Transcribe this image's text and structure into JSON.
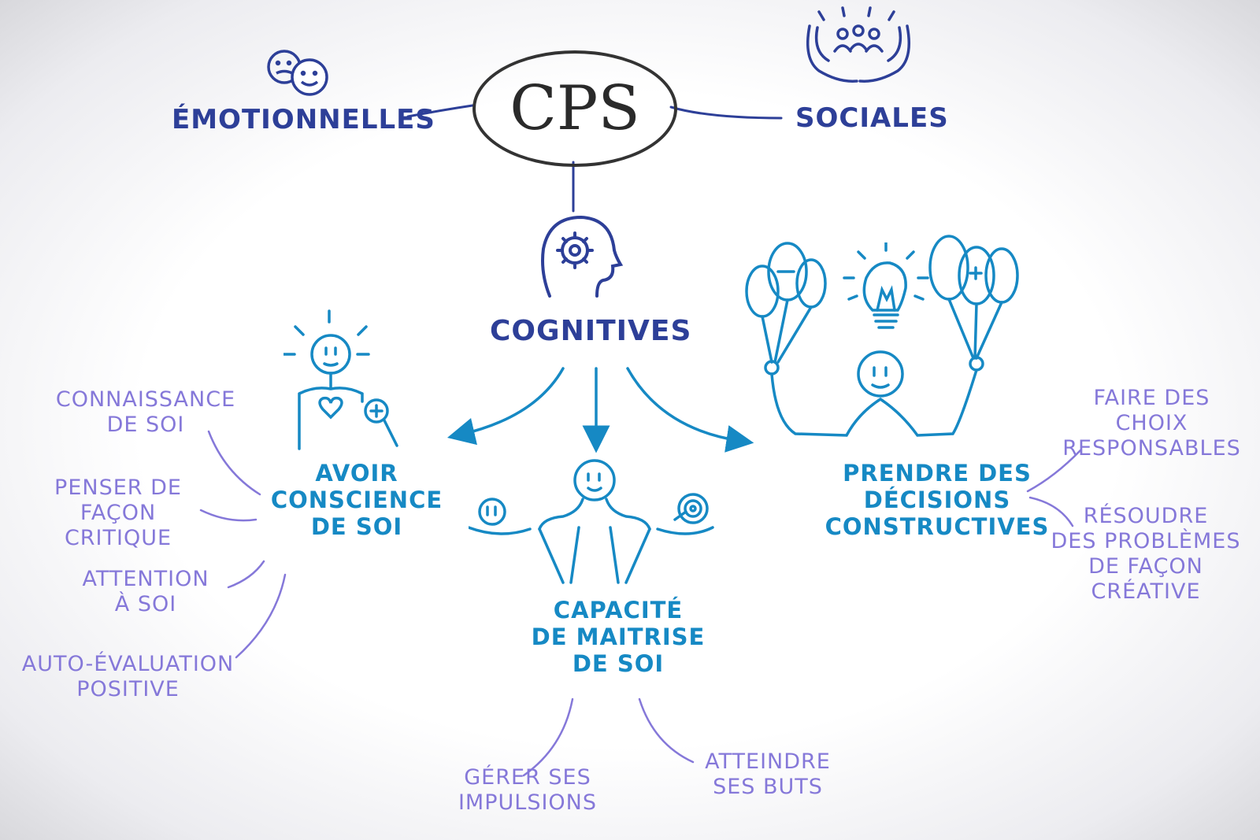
{
  "center": {
    "label": "CPS"
  },
  "branches": {
    "emotionnelles": "ÉMOTIONNELLES",
    "sociales": "SOCIALES",
    "cognitives": "COGNITIVES"
  },
  "sub": {
    "conscience": "AVOIR\nCONSCIENCE\nDE SOI",
    "maitrise": "CAPACITÉ\nDE MAITRISE\nDE SOI",
    "decisions": "PRENDRE DES\nDÉCISIONS\nCONSTRUCTIVES"
  },
  "leaves": {
    "connaissance": "CONNAISSANCE\nDE SOI",
    "penser": "PENSER DE\nFAÇON CRITIQUE",
    "attention": "ATTENTION\nÀ SOI",
    "auto": "AUTO-ÉVALUATION\nPOSITIVE",
    "gerer": "GÉRER SES\nIMPULSIONS",
    "atteindre": "ATTEINDRE\nSES BUTS",
    "faire": "FAIRE DES\nCHOIX\nRESPONSABLES",
    "resoudre": "RÉSOUDRE\nDES PROBLÈMES\nDE FAÇON\nCRÉATIVE"
  },
  "colors": {
    "dark": "#2d3f98",
    "mid": "#1689c4",
    "light": "#8578d9",
    "outline": "#333333"
  },
  "icons": [
    "two-smileys-icon",
    "hands-group-icon",
    "head-gear-icon",
    "self-aware-person-icon",
    "balancing-person-icon",
    "balloons-person-icon",
    "lightbulb-icon"
  ]
}
